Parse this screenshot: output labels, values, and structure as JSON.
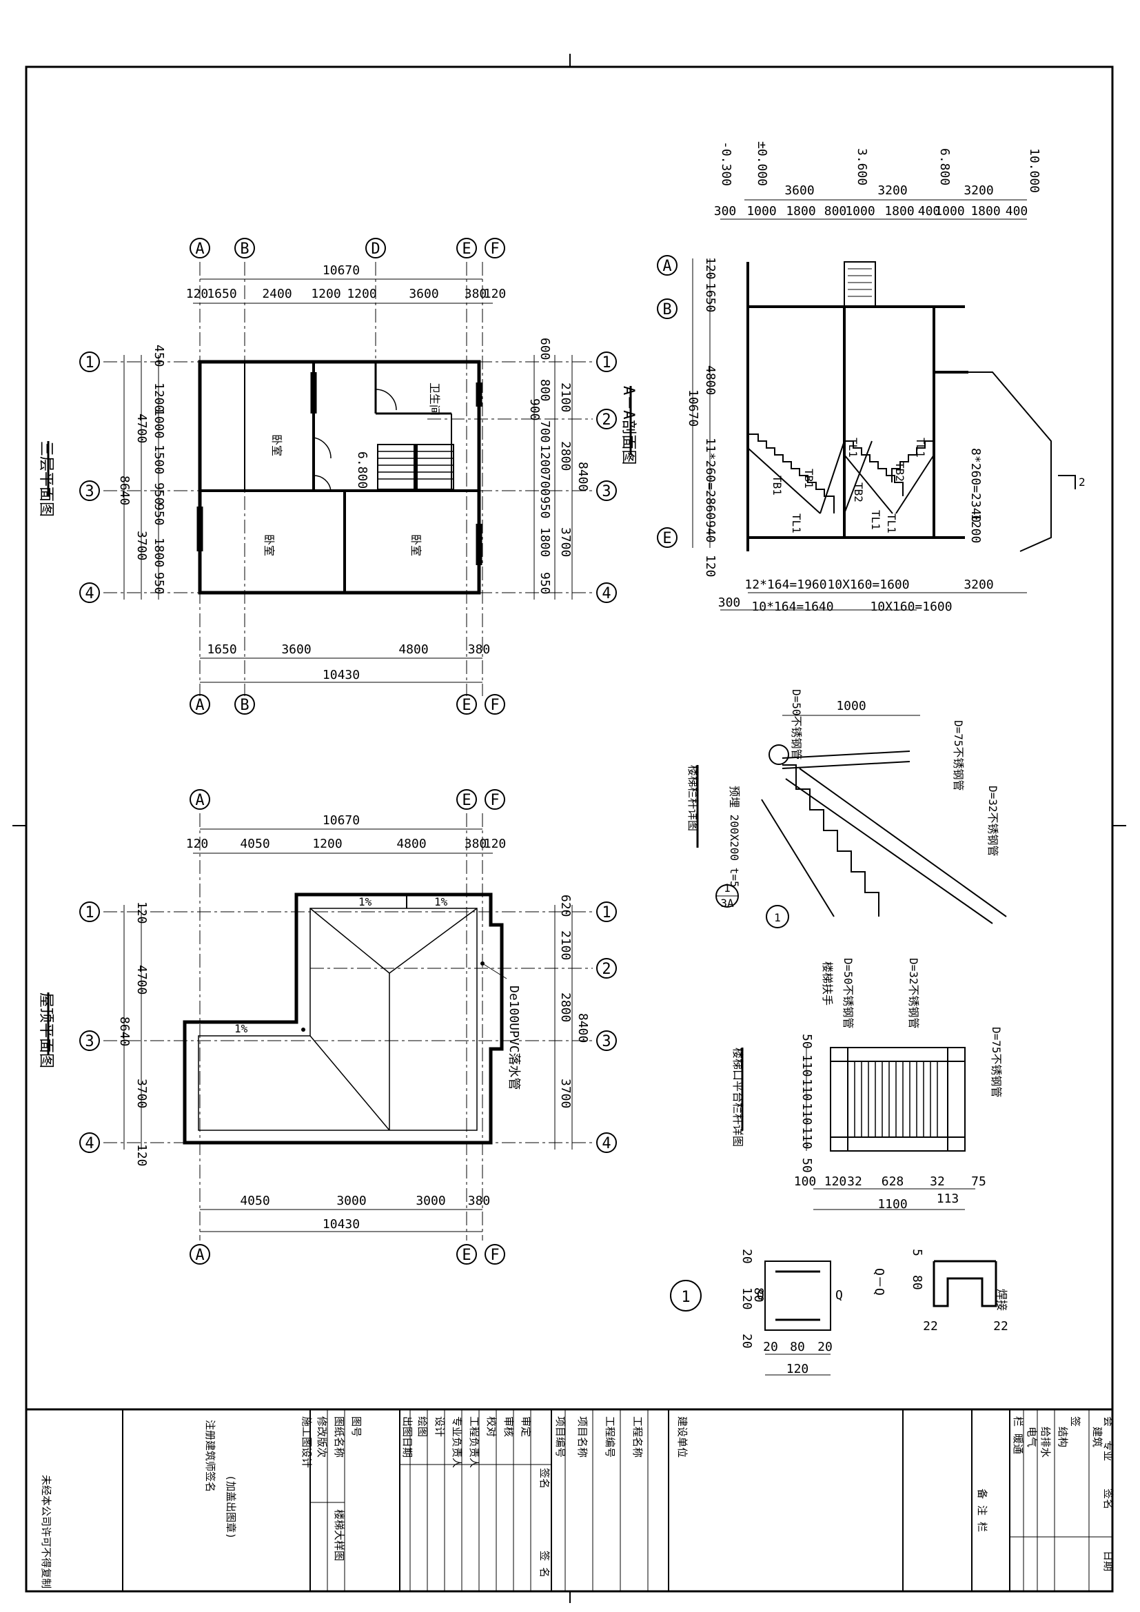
{
  "plan_third_floor": {
    "title": "三层平面图",
    "room_upper_left": "卧室",
    "room_upper_right": "卫生间",
    "room_lower_left": "卧室",
    "room_lower_right": "卧室",
    "stair_elev": "6.800",
    "top_axes": [
      "A",
      "B",
      "D",
      "E",
      "F"
    ],
    "bottom_axes": [
      "A",
      "B",
      "E",
      "F"
    ],
    "side_axes": [
      "1",
      "2",
      "3",
      "4"
    ],
    "top_total": "10670",
    "top_dims": [
      "120",
      "1650",
      "2400",
      "1200",
      "1200",
      "3600",
      "380",
      "120"
    ],
    "bottom_dims": [
      "1650",
      "3600",
      "4800",
      "380"
    ],
    "bottom_total": "10430",
    "left_dims_outer": [
      "450",
      "120"
    ],
    "left_dims_mid": [
      "1200",
      "1000",
      "1500",
      "950",
      "950",
      "1800",
      "950"
    ],
    "left_dims_inner": [
      "4700",
      "3700"
    ],
    "left_total": "8640",
    "right_dims_outer": [
      "600",
      "800",
      "900",
      "700",
      "1200",
      "700",
      "950",
      "1800",
      "950"
    ],
    "right_dims_mid": [
      "2100",
      "2800",
      "3700"
    ],
    "right_total": "8400"
  },
  "plan_roof": {
    "title": "屋顶平面图",
    "slope_1": "1%",
    "slope_2": "1%",
    "slope_3": "1%",
    "downpipe": "De100UPVC落水管",
    "top_axes": [
      "A",
      "E",
      "F"
    ],
    "bottom_axes": [
      "A",
      "E",
      "F"
    ],
    "side_axes": [
      "1",
      "2",
      "3",
      "4"
    ],
    "top_total": "10670",
    "top_dims": [
      "120",
      "4050",
      "1200",
      "4800",
      "380",
      "120"
    ],
    "bottom_dims": [
      "4050",
      "3000",
      "3000",
      "380"
    ],
    "bottom_total": "10430",
    "left_dims": [
      "120",
      "4700",
      "3700",
      "120"
    ],
    "left_total": "8640",
    "right_dims": [
      "620",
      "2100",
      "2800",
      "3700"
    ],
    "right_total": "8400"
  },
  "section_aa": {
    "title": "A－A剖面图",
    "elevations": [
      "-0.300",
      "±0.000",
      "3.600",
      "6.800",
      "10.000"
    ],
    "top_dims_1": [
      "3600",
      "3200",
      "3200"
    ],
    "top_dims_2": [
      "300",
      "1000",
      "1800",
      "800",
      "1000",
      "1800",
      "400",
      "1000",
      "1800",
      "400"
    ],
    "side_axes": [
      "A",
      "B",
      "E"
    ],
    "left_dims": [
      "120",
      "1650",
      "4800",
      "10670",
      "11*260=2860",
      "940",
      "120"
    ],
    "right_dims": [
      "8*260=2340",
      "1200"
    ],
    "beam_labels": [
      "TB1",
      "TB1",
      "TB2",
      "TB2",
      "TL1",
      "TL1",
      "TL1",
      "TL1",
      "TL1"
    ],
    "bottom_dims_1": [
      "12*164=1960",
      "10X160=1600",
      "3200"
    ],
    "bottom_dims_2": [
      "300",
      "10*164=1640",
      "10X160=1600"
    ],
    "cut_mark": "2"
  },
  "handrail_section": {
    "title": "楼梯栏杆详图",
    "width": "1000",
    "d50": "D=50不锈钢管",
    "d75": "D=75不锈钢管",
    "d32": "D=32不锈钢管",
    "anchor": "预埋 200X200 t=5",
    "detail_no": "1",
    "detail_ref": "3A",
    "detail_id": "1"
  },
  "railing_elev": {
    "title": "楼梯口平台栏杆详图",
    "top_label": "楼梯扶手",
    "d50": "D=50不锈钢管",
    "d32": "D=32不锈钢管",
    "d75": "D=75不锈钢管",
    "vert_dims": [
      "50",
      "110",
      "110",
      "110",
      "110",
      "50"
    ],
    "horiz_dims": [
      "100",
      "120",
      "32",
      "628",
      "32",
      "75"
    ],
    "sub_dim": "113",
    "total": "1100"
  },
  "detail_1": {
    "number": "1",
    "dims_v": [
      "20",
      "120",
      "20"
    ],
    "dims_h": [
      "20",
      "80",
      "20"
    ],
    "total_h": "120",
    "mark": "Q",
    "inner_dim": "80"
  },
  "detail_q": {
    "title": "Q－Q",
    "dims_top": "5",
    "dims_v": "80",
    "dims_b": [
      "22",
      "22"
    ],
    "note": "焊接"
  },
  "title_block": {
    "units": [
      "出图日期",
      "绘图",
      "设计",
      "专业负责人",
      "工程负责人",
      "校对",
      "审核",
      "审定"
    ],
    "cols": [
      "项目编号",
      "项目名称",
      "工程编号",
      "工程名称",
      "建设单位"
    ],
    "sign": "签名",
    "sign2": "签  名",
    "map_no": "图号",
    "map_name": "图纸名称",
    "rev": "修改版次",
    "rev_val": "施工图设计",
    "sheet_title": "楼梯大样图",
    "stamp_1": "注册建筑师签名",
    "stamp_2": "(加盖出图章)",
    "note_vertical": "未经本公司许可不得复制",
    "remark": "备  注  栏",
    "trades": [
      "建筑",
      "结构",
      "给排水",
      "电气",
      "暖通"
    ],
    "col_heads": [
      "会",
      "签",
      "栏"
    ],
    "right_heads": [
      "专业",
      "签名",
      "日期"
    ]
  }
}
